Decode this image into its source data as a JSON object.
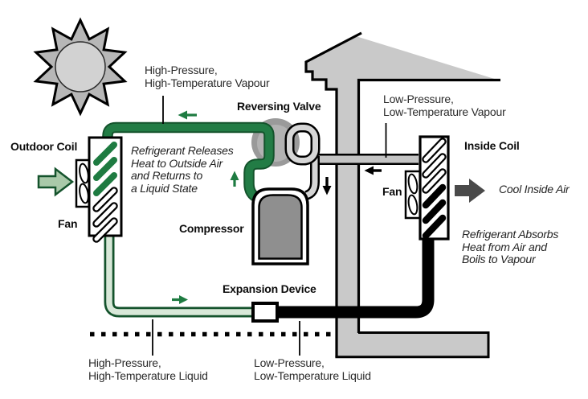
{
  "diagram": {
    "subject": "heat-pump-cooling-cycle"
  },
  "labels": {
    "high_pressure_vapour": "High-Pressure,\nHigh-Temperature Vapour",
    "reversing_valve": "Reversing Valve",
    "low_pressure_vapour": "Low-Pressure,\nLow-Temperature Vapour",
    "outdoor_coil": "Outdoor Coil",
    "inside_coil": "Inside Coil",
    "fan_outdoor": "Fan",
    "fan_inside": "Fan",
    "cool_inside_air": "Cool Inside Air",
    "refrigerant_releases": "Refrigerant Releases\nHeat to Outside Air\nand Returns to\na Liquid State",
    "compressor": "Compressor",
    "refrigerant_absorbs": "Refrigerant Absorbs\nHeat from Air and\nBoils to Vapour",
    "expansion_device": "Expansion Device",
    "high_pressure_liquid": "High-Pressure,\nHigh-Temperature Liquid",
    "low_pressure_liquid": "Low-Pressure,\nLow-Temperature Liquid"
  },
  "icons": [
    "sun-icon",
    "house-outline",
    "fan-icon",
    "flow-arrow-icon",
    "outside-air-arrow-icon",
    "cool-air-arrow-icon"
  ],
  "colors": {
    "pipe_green": "#227c45",
    "pipe_green_dark": "#14532c",
    "pipe_green_light": "#d8e8d8",
    "arrow_green_fill": "#a9c9a9",
    "house_gray": "#c9c9c9",
    "valve_gray": "#a8a8a8",
    "compressor_gray": "#8f8f8f",
    "pipe_gray": "#c4c4c4",
    "loop_gray": "#d6d6d6",
    "cool_air_arrow": "#4a4a4a",
    "sun_points": "#b7b7b7",
    "sun_core": "#d2d2d2",
    "outline_black": "#000000"
  }
}
